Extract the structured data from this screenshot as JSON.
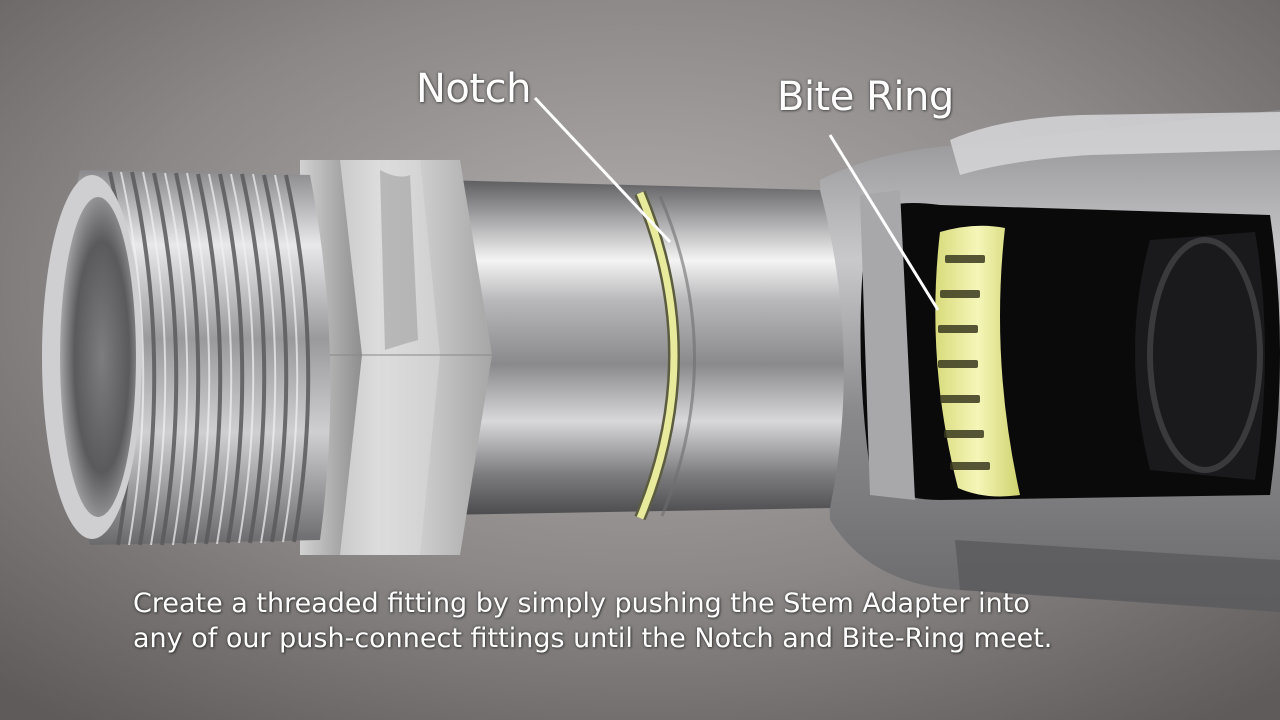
{
  "labels": {
    "notch": "Notch",
    "bite_ring": "Bite Ring"
  },
  "caption": {
    "line1": "Create a threaded fitting by simply pushing the Stem Adapter into",
    "line2": "any of our push-connect fittings until the Notch and Bite-Ring meet."
  },
  "colors": {
    "background": "#8a8686",
    "steel": "#c9c9cb",
    "notch_ring": "#e6e89a",
    "bite_ring": "#ecebaa",
    "label_text": "#ffffff"
  }
}
